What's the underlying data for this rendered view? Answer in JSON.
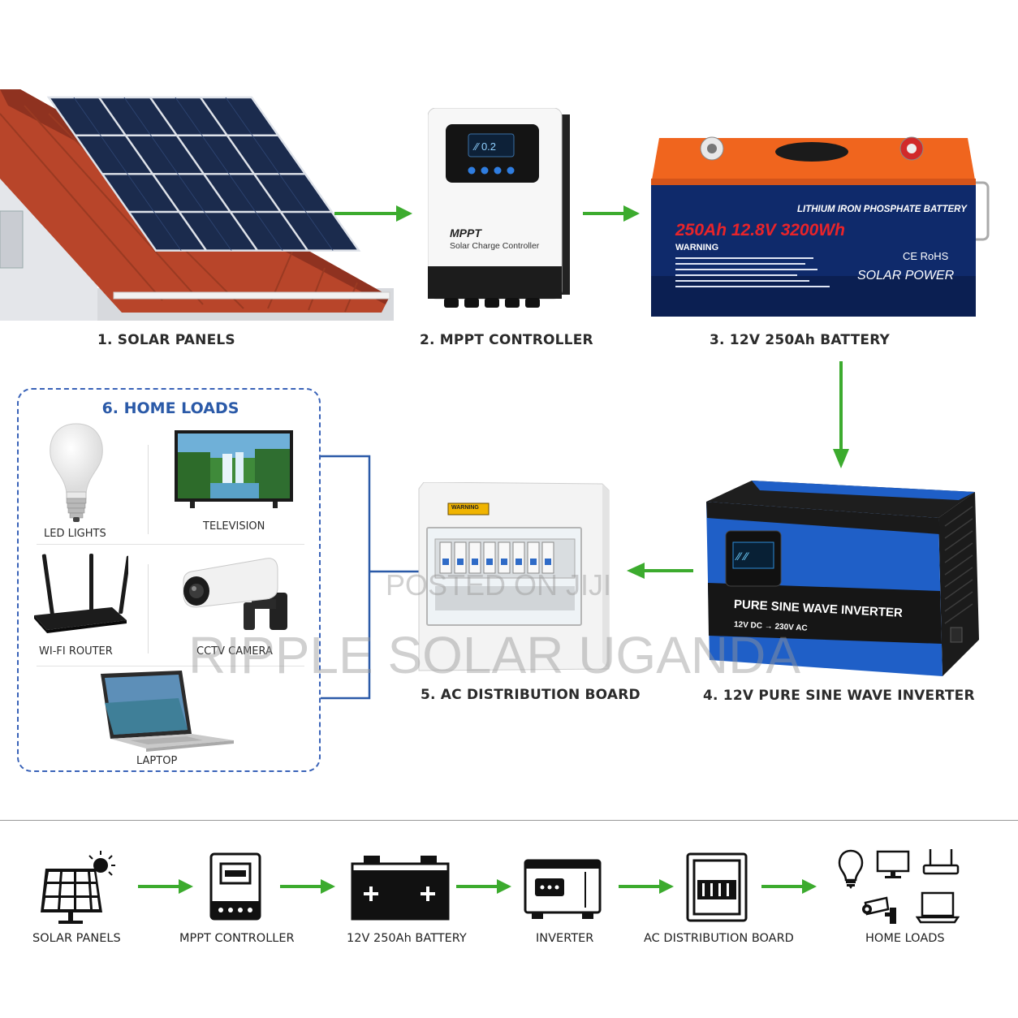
{
  "steps": {
    "solar_panels": "1. SOLAR PANELS",
    "mppt_controller": "2. MPPT CONTROLLER",
    "battery": "3. 12V 250Ah BATTERY",
    "inverter": "4. 12V PURE SINE WAVE INVERTER",
    "ac_board": "5. AC DISTRIBUTION BOARD",
    "home_loads": "6. HOME LOADS"
  },
  "loads": {
    "led": "LED LIGHTS",
    "tv": "TELEVISION",
    "router": "WI-FI ROUTER",
    "cctv": "CCTV CAMERA",
    "laptop": "LAPTOP"
  },
  "device_text": {
    "mppt_title": "MPPT",
    "mppt_sub": "Solar Charge Controller",
    "battery_type": "LITHIUM IRON PHOSPHATE BATTERY",
    "battery_spec": "250Ah 12.8V 3200Wh",
    "battery_warning": "WARNING",
    "battery_cert": "CE RoHS",
    "battery_brand": "SOLAR POWER",
    "inverter_title": "PURE SINE WAVE INVERTER",
    "inverter_sub": "12V DC → 230V AC",
    "board_label": "WARNING"
  },
  "watermarks": {
    "posted": "POSTED ON JIJI",
    "company": "RIPPLE SOLAR UGANDA"
  },
  "bottom_flow": {
    "items": [
      "SOLAR PANELS",
      "MPPT CONTROLLER",
      "12V 250Ah BATTERY",
      "INVERTER",
      "AC DISTRIBUTION BOARD",
      "HOME LOADS"
    ]
  },
  "colors": {
    "arrow_green": "#3cab2e",
    "connector_blue": "#2b5aa8",
    "battery_orange": "#f0651e",
    "battery_navy": "#0f2a6b",
    "inverter_blue": "#1f5fc7",
    "roof_red": "#b8452a"
  }
}
